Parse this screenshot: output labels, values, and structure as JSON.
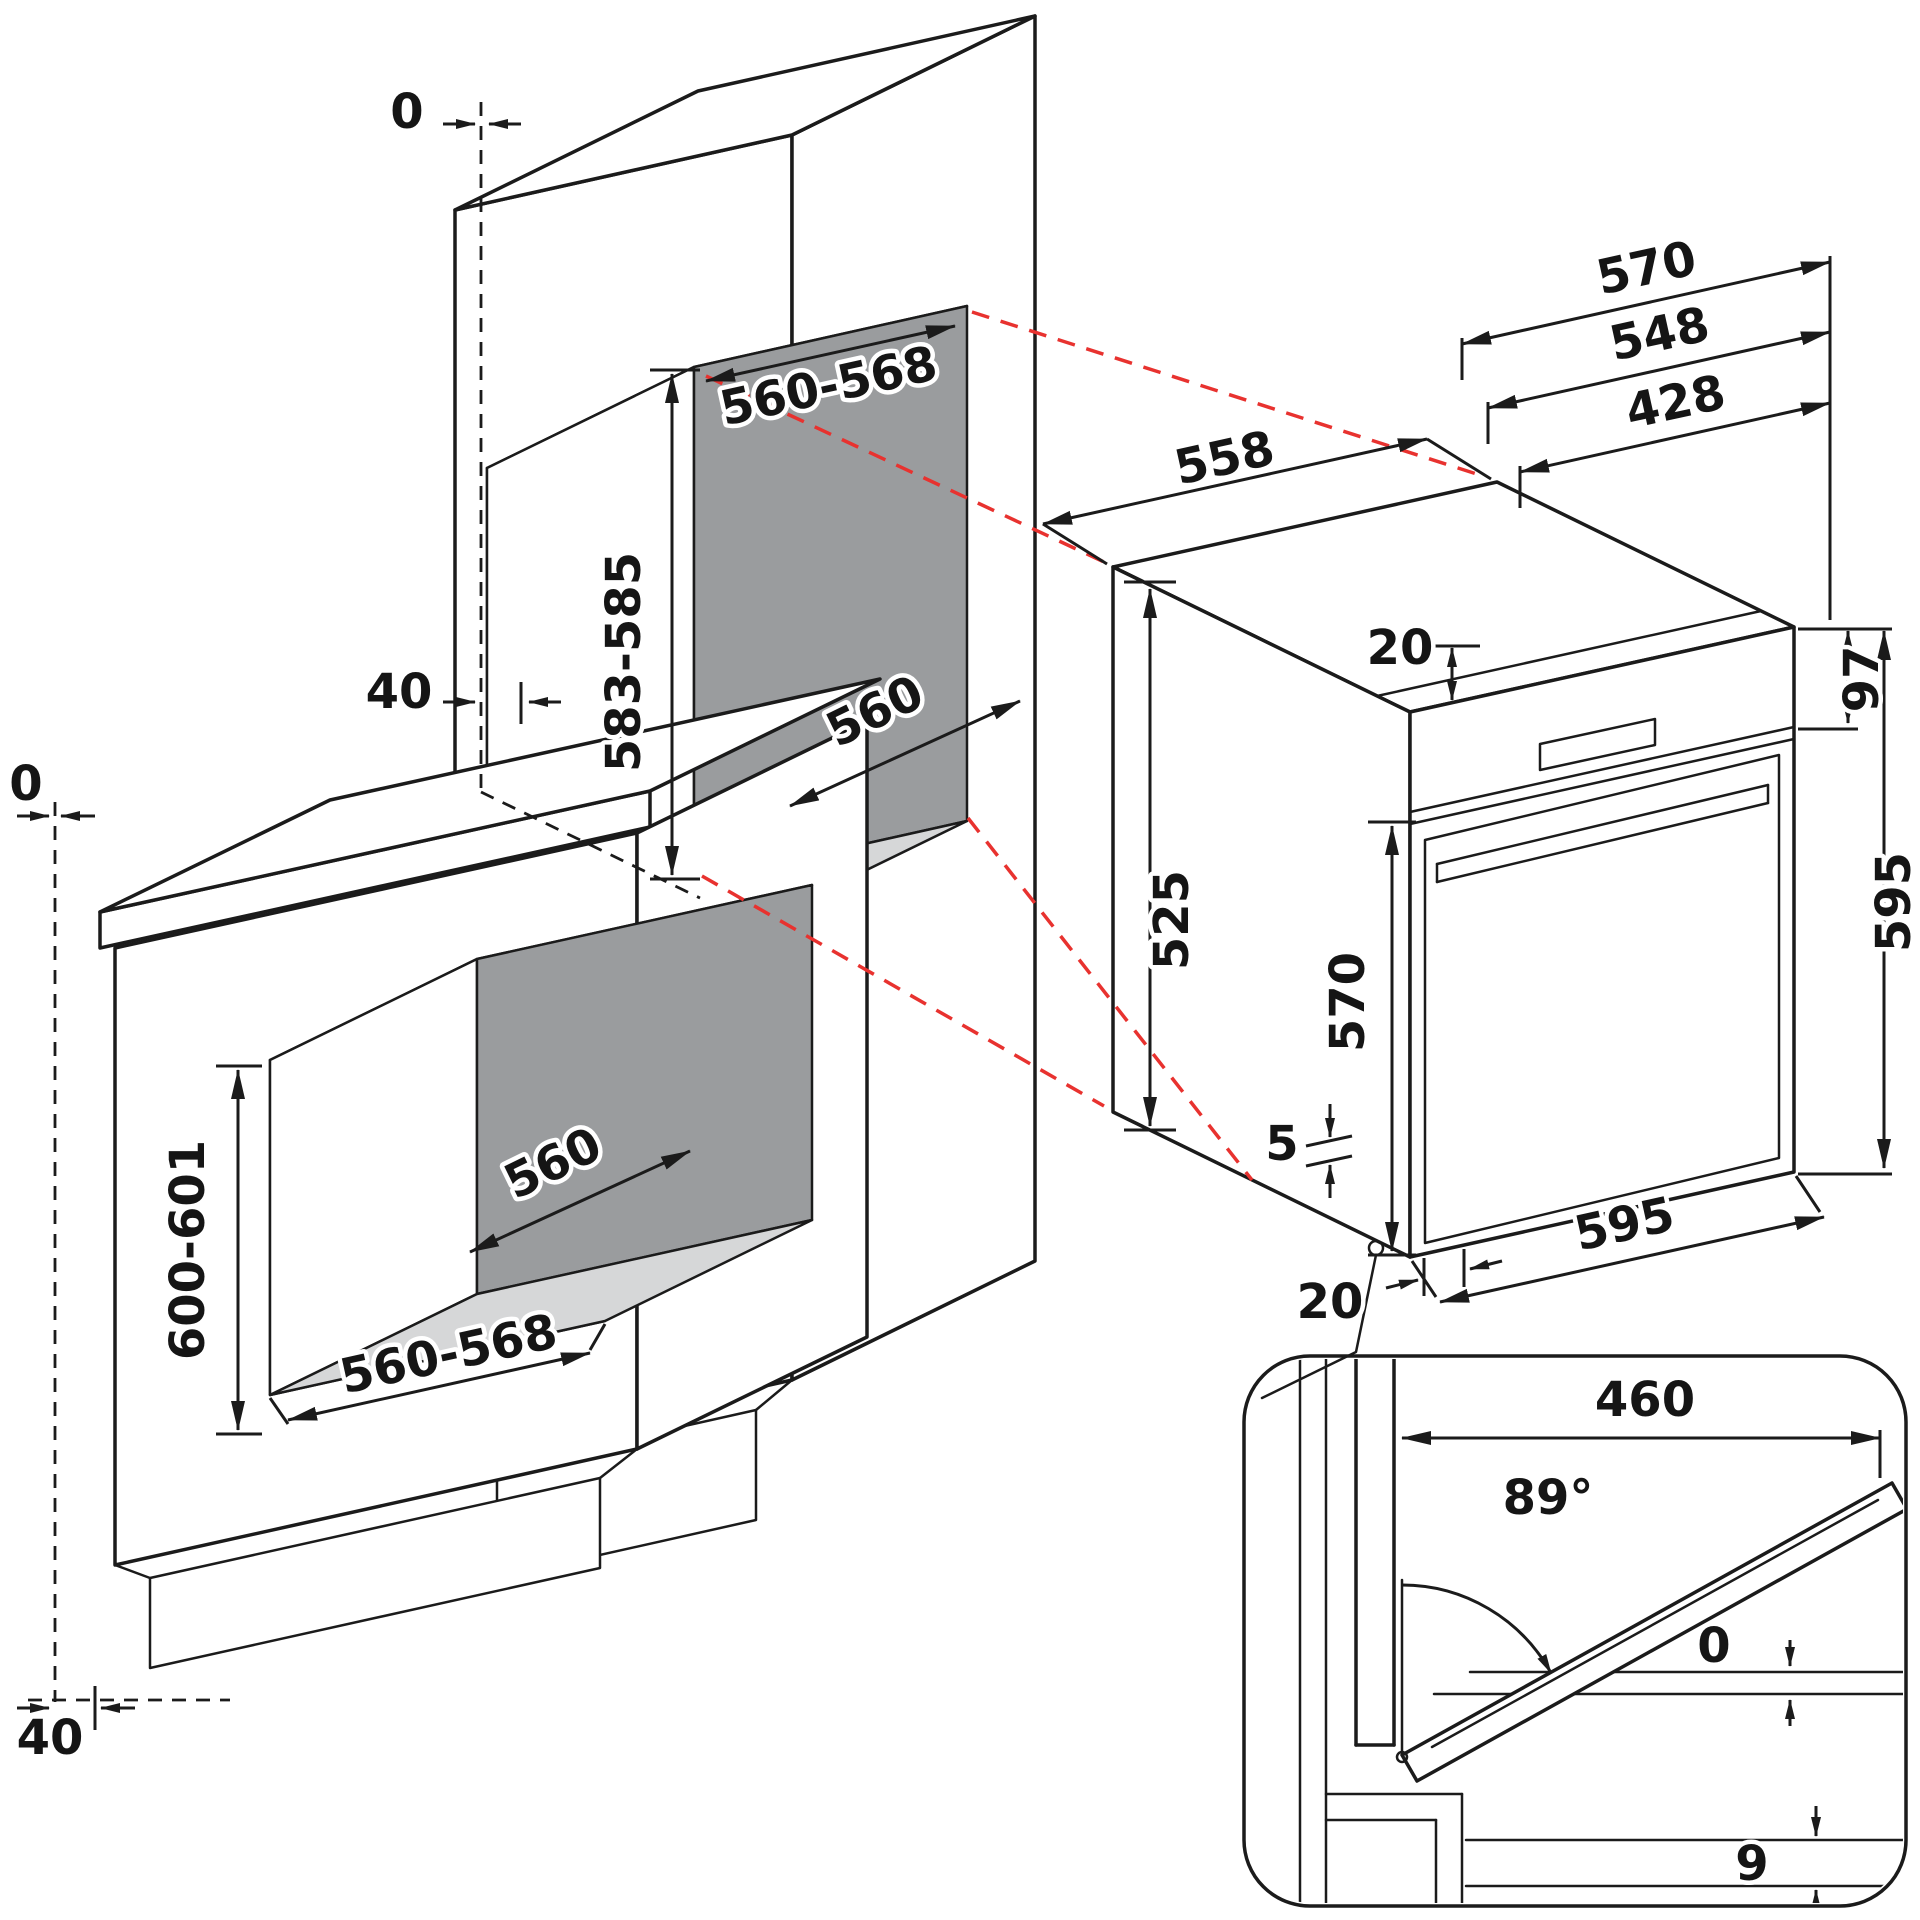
{
  "colors": {
    "line": "#1b1b1b",
    "projection_red": "#e8322f",
    "niche_back_panel": "#9a9c9e",
    "niche_floor_panel": "#d6d7d8",
    "background": "#ffffff"
  },
  "tall": {
    "top_gap": "0",
    "side_gap": "40",
    "niche_width": "560-568",
    "niche_height": "583-585",
    "niche_depth": "560"
  },
  "base": {
    "top_gap": "0",
    "bottom_gap": "40",
    "niche_depth": "560",
    "niche_height": "600-601",
    "niche_width": "560-568"
  },
  "oven": {
    "total_depth": "570",
    "body_depth": "548",
    "door_depth": "428",
    "back_width": "558",
    "top_clearance": "20",
    "panel_height": "97",
    "body_height": "525",
    "front_height": "570",
    "total_height": "595",
    "foot_gap": "5",
    "front_width": "595",
    "bottom_clearance": "20"
  },
  "detail": {
    "door_width": "460",
    "open_angle": "89°",
    "flush_gap": "0",
    "floor_gap": "9"
  }
}
